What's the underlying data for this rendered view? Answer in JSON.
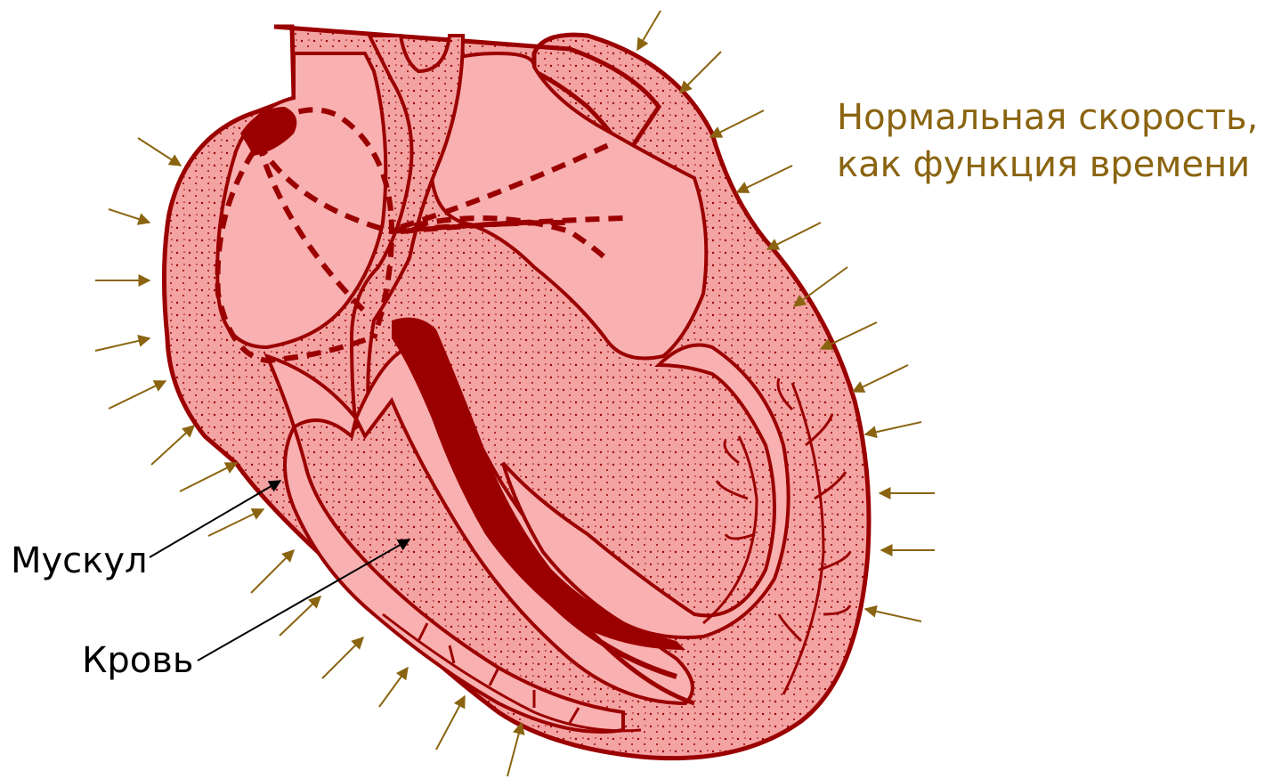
{
  "colors": {
    "muscle_fill": "#f4a3a3",
    "muscle_outline": "#9b0000",
    "chamber_fill": "#f8b0b0",
    "conduction": "#9b0000",
    "arrow": "#8a6410",
    "title_text": "#8a6410",
    "label_text": "#000000"
  },
  "title": {
    "line1": "Нормальная скорость,",
    "line2": "как функция времени"
  },
  "labels": {
    "muscle": "Мускул",
    "blood": "Кровь"
  },
  "icons": {
    "inward_arrow": "arrow-icon",
    "heart": "heart-cross-section-icon"
  }
}
